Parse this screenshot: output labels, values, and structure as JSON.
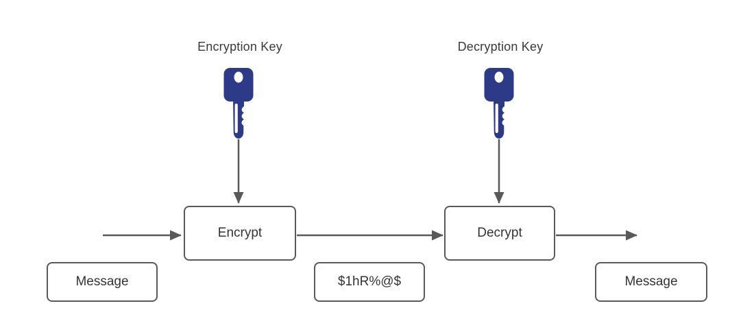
{
  "diagram": {
    "type": "encryption-flow",
    "labels": {
      "encryption_key": "Encryption Key",
      "decryption_key": "Decryption Key"
    },
    "nodes": {
      "encrypt": {
        "label": "Encrypt"
      },
      "decrypt": {
        "label": "Decrypt"
      },
      "message_input": {
        "label": "Message"
      },
      "ciphertext": {
        "label": "$1hR%@$"
      },
      "message_output": {
        "label": "Message"
      }
    },
    "icons": {
      "encryption_key": "key-icon",
      "decryption_key": "key-icon"
    },
    "arrows": [
      {
        "name": "arrow-input-to-encrypt",
        "direction": "right"
      },
      {
        "name": "arrow-encrypt-to-decrypt",
        "direction": "right"
      },
      {
        "name": "arrow-decrypt-to-output",
        "direction": "right"
      },
      {
        "name": "arrow-encryption-key-to-encrypt",
        "direction": "down"
      },
      {
        "name": "arrow-decryption-key-to-decrypt",
        "direction": "down"
      }
    ],
    "colors": {
      "key_fill": "#2d3a87",
      "stroke": "#595959",
      "text": "#333333",
      "background": "#ffffff"
    }
  }
}
